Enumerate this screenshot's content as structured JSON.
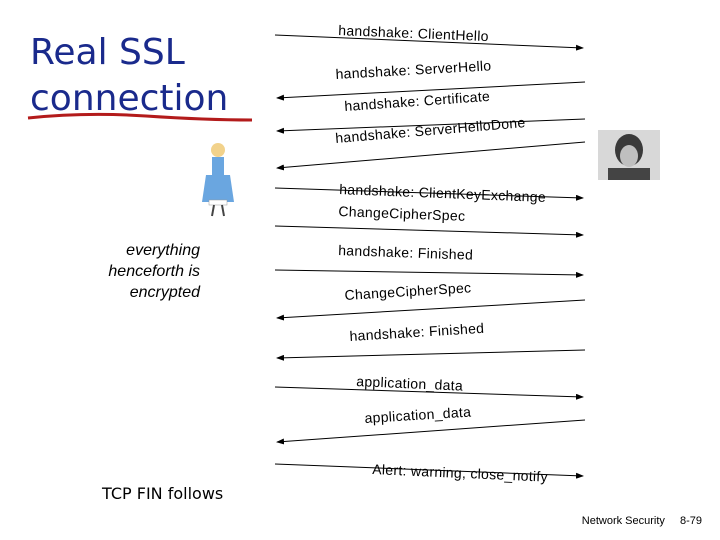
{
  "title": "Real SSL connection",
  "note": "everything henceforth is encrypted",
  "fin_label": "TCP FIN follows",
  "footer": {
    "course": "Network Security",
    "page": "8-79"
  },
  "messages": [
    "handshake: ClientHello",
    "handshake: ServerHello",
    "handshake: Certificate",
    "handshake: ServerHelloDone",
    "handshake: ClientKeyExchange ChangeCipherSpec",
    "handshake: Finished",
    "ChangeCipherSpec",
    "handshake: Finished",
    "application_data",
    "application_data",
    "Alert: warning, close_notify"
  ],
  "colors": {
    "title": "#1a2a8c",
    "underline": "#b31b1b"
  },
  "icons": [
    "alice-figure-icon",
    "bob-photo-icon"
  ]
}
